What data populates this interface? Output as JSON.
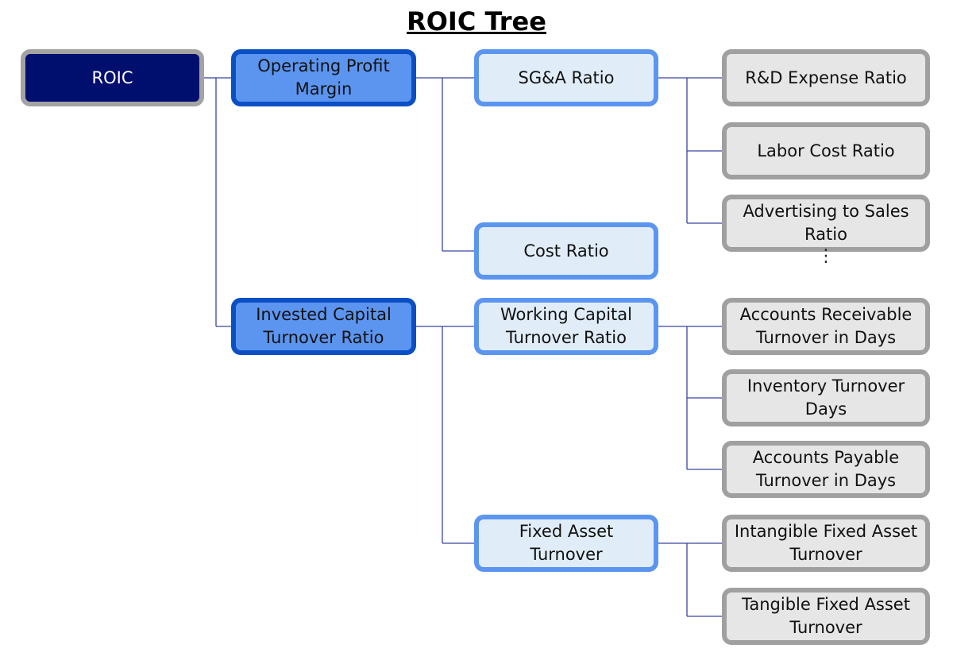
{
  "title": "ROIC Tree",
  "colors": {
    "root_fill": "#000e6e",
    "root_border": "#a3a3a3",
    "level2_fill": "#5b95f0",
    "level2_border": "#0a4fc4",
    "level3_fill": "#e0edf8",
    "level3_border": "#5b95f0",
    "level4_fill": "#e6e6e6",
    "level4_border": "#a0a0a0",
    "connector": "#3a44a0"
  },
  "tree": {
    "root": {
      "id": "roic",
      "label": "ROIC"
    },
    "level2": [
      {
        "id": "opm",
        "label": "Operating Profit Margin",
        "parent": "roic"
      },
      {
        "id": "ict",
        "label": "Invested Capital Turnover Ratio",
        "parent": "roic"
      }
    ],
    "level3": [
      {
        "id": "sga",
        "label": "SG&A Ratio",
        "parent": "opm"
      },
      {
        "id": "cost",
        "label": "Cost Ratio",
        "parent": "opm"
      },
      {
        "id": "wct",
        "label": "Working Capital Turnover Ratio",
        "parent": "ict"
      },
      {
        "id": "fat",
        "label": "Fixed Asset Turnover",
        "parent": "ict"
      }
    ],
    "level4": [
      {
        "id": "rd",
        "label": "R&D Expense Ratio",
        "parent": "sga"
      },
      {
        "id": "labor",
        "label": "Labor Cost Ratio",
        "parent": "sga"
      },
      {
        "id": "adv",
        "label": "Advertising to Sales Ratio",
        "parent": "sga"
      },
      {
        "id": "ar",
        "label": "Accounts Receivable Turnover in Days",
        "parent": "wct"
      },
      {
        "id": "inv",
        "label": "Inventory Turnover Days",
        "parent": "wct"
      },
      {
        "id": "ap",
        "label": "Accounts Payable Turnover in Days",
        "parent": "wct"
      },
      {
        "id": "ifat",
        "label": "Intangible Fixed Asset Turnover",
        "parent": "fat"
      },
      {
        "id": "tfat",
        "label": "Tangible Fixed Asset Turnover",
        "parent": "fat"
      }
    ],
    "continuation_marker": "⋮"
  }
}
